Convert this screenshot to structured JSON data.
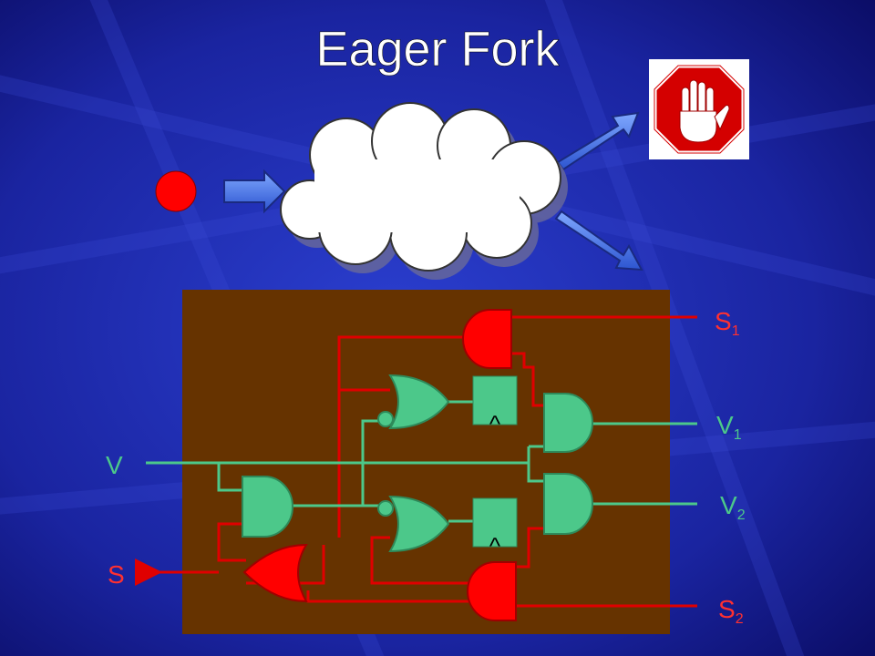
{
  "title": "Eager Fork",
  "labels": {
    "s1": {
      "main": "S",
      "sub": "1"
    },
    "v1": {
      "main": "V",
      "sub": "1"
    },
    "v": {
      "main": "V"
    },
    "v2": {
      "main": "V",
      "sub": "2"
    },
    "s": {
      "main": "S"
    },
    "s2": {
      "main": "S",
      "sub": "2"
    },
    "latch_top": "^",
    "latch_bottom": "^"
  },
  "colors": {
    "background_dark": "#0c0c6e",
    "background_light": "#2a3acb",
    "panel": "#663300",
    "wire_green": "#4cc88a",
    "wire_red": "#e00000",
    "gate_green": "#4cc88a",
    "gate_red": "#ff0000",
    "label_red": "#ff3030",
    "label_green": "#4cc88a",
    "title": "#ffffff",
    "token": "#ff0000",
    "arrow": "#3b6fe0"
  },
  "icons": {
    "stop_sign": "stop-hand-icon",
    "cloud": "cloud-icon",
    "token": "token-circle"
  }
}
